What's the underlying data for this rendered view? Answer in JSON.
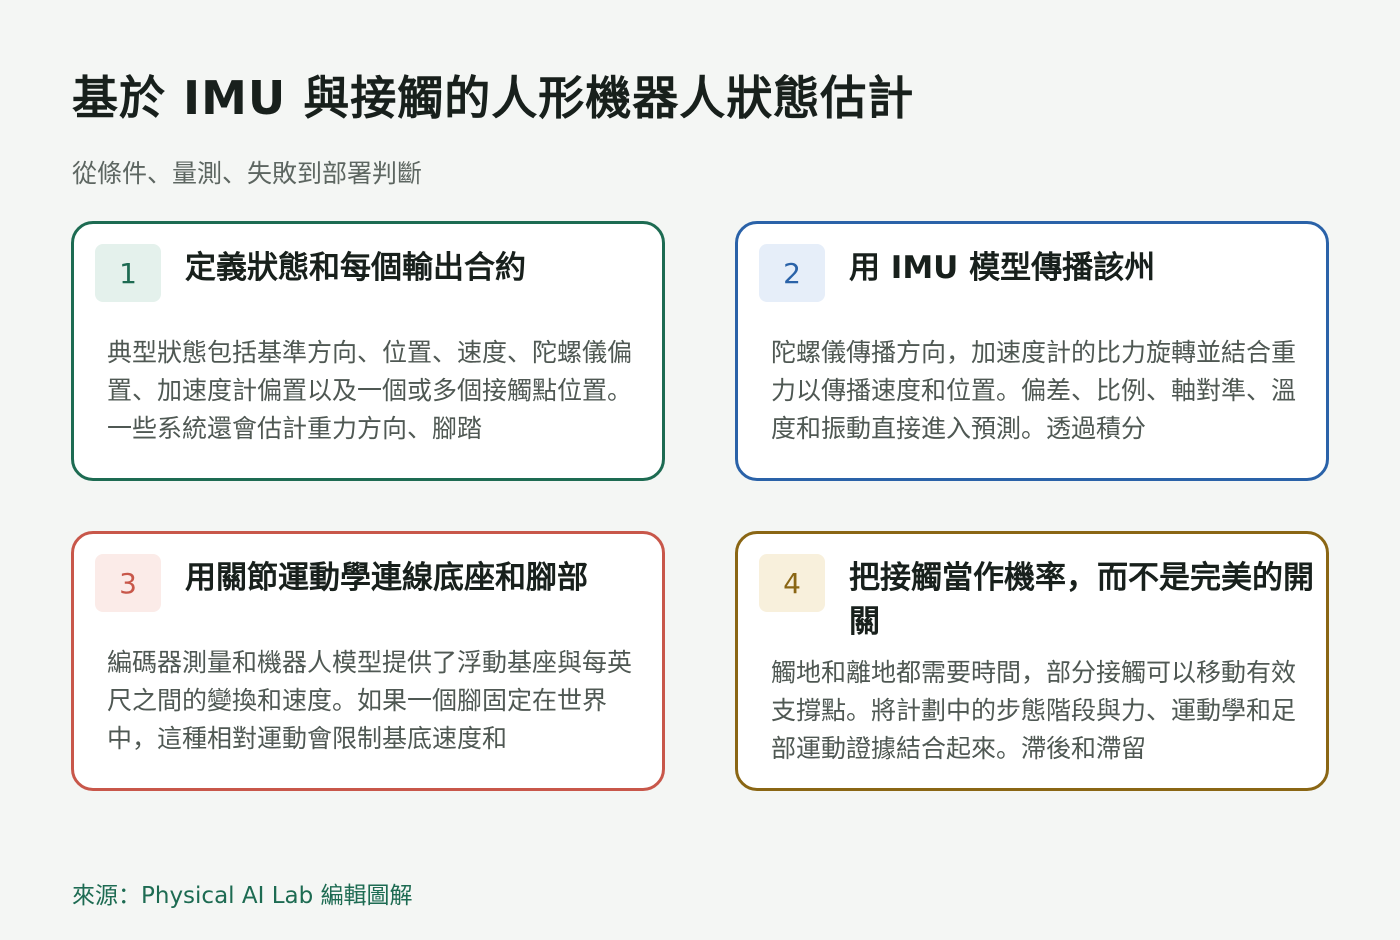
{
  "header": {
    "title": "基於 IMU 與接觸的人形機器人狀態估計",
    "subtitle": "從條件、量測、失敗到部署判斷"
  },
  "cards": [
    {
      "number": "1",
      "title": "定義狀態和每個輸出合約",
      "body": "典型狀態包括基準方向、位置、速度、陀螺儀偏置、加速度計偏置以及一個或多個接觸點位置。一些系統還會估計重力方向、腳踏",
      "color": "#1d6b52"
    },
    {
      "number": "2",
      "title": "用 IMU 模型傳播該州",
      "body": "陀螺儀傳播方向，加速度計的比力旋轉並結合重力以傳播速度和位置。偏差、比例、軸對準、溫度和振動直接進入預測。透過積分",
      "color": "#2a62a8"
    },
    {
      "number": "3",
      "title": "用關節運動學連線底座和腳部",
      "body": "編碼器測量和機器人模型提供了浮動基座與每英尺之間的變換和速度。如果一個腳固定在世界中，這種相對運動會限制基底速度和",
      "color": "#c8574a"
    },
    {
      "number": "4",
      "title": "把接觸當作機率，而不是完美的開關",
      "body": "觸地和離地都需要時間，部分接觸可以移動有效支撐點。將計劃中的步態階段與力、運動學和足部運動證據結合起來。滯後和滯留",
      "color": "#8a6614"
    }
  ],
  "footer": {
    "source": "來源：Physical AI Lab 編輯圖解"
  }
}
